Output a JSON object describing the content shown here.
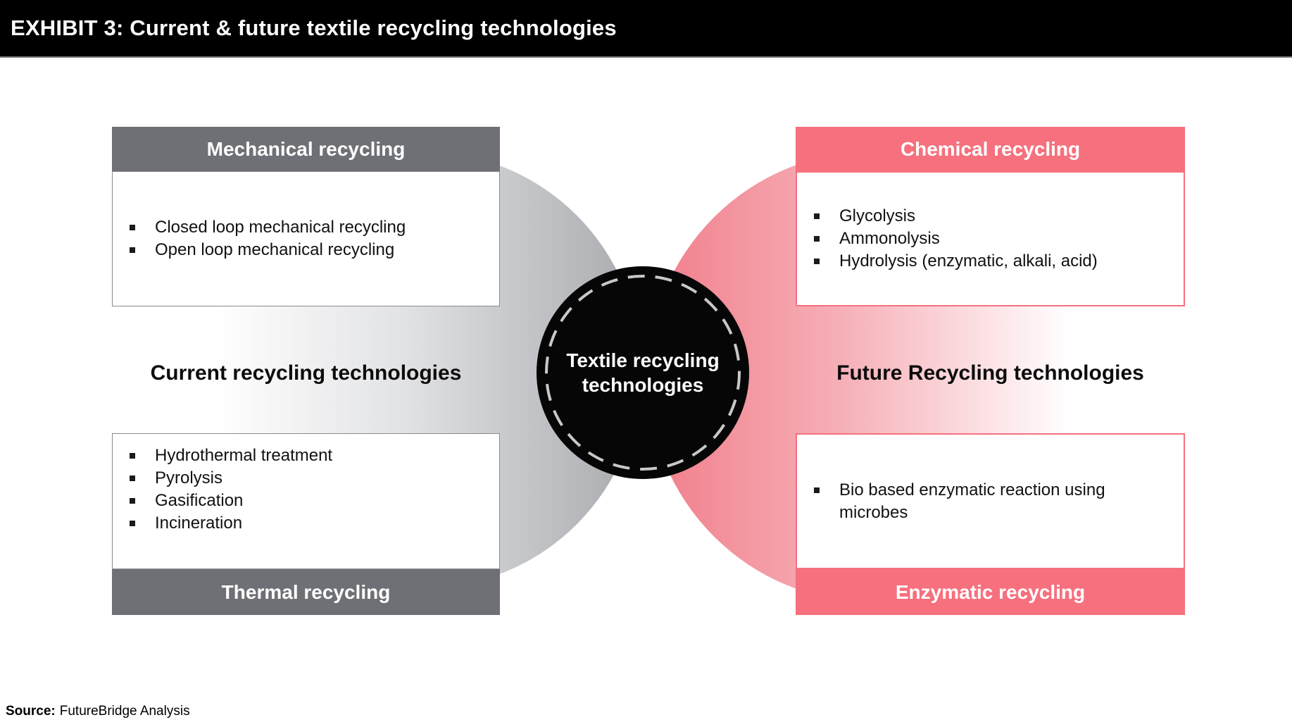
{
  "title_bar": {
    "title": "EXHIBIT 3: Current & future textile recycling technologies"
  },
  "center_circle": {
    "line1": "Textile recycling",
    "line2": "technologies"
  },
  "left_section": {
    "label": "Current recycling technologies",
    "top_box": {
      "header": "Mechanical recycling",
      "items": [
        "Closed loop mechanical recycling",
        "Open loop mechanical recycling"
      ]
    },
    "bottom_box": {
      "items": [
        "Hydrothermal treatment",
        "Pyrolysis",
        "Gasification",
        "Incineration"
      ],
      "footer": "Thermal recycling"
    }
  },
  "right_section": {
    "label": "Future Recycling technologies",
    "top_box": {
      "header": "Chemical recycling",
      "items": [
        "Glycolysis",
        "Ammonolysis",
        "Hydrolysis (enzymatic, alkali, acid)"
      ]
    },
    "bottom_box": {
      "items": [
        "Bio based enzymatic reaction using microbes"
      ],
      "footer": "Enzymatic recycling"
    }
  },
  "source": {
    "prefix": "Source:",
    "text": "FutureBridge Analysis"
  },
  "colors": {
    "title_bar_bg": "#000000",
    "gray_accent": "#6f7076",
    "pink_accent": "#f6707e",
    "gray_circle_dark": "#aaacb0",
    "pink_circle_strong": "#f1808d",
    "center_circle_bg": "#060606",
    "dash_ring": "#c8c8c8"
  }
}
